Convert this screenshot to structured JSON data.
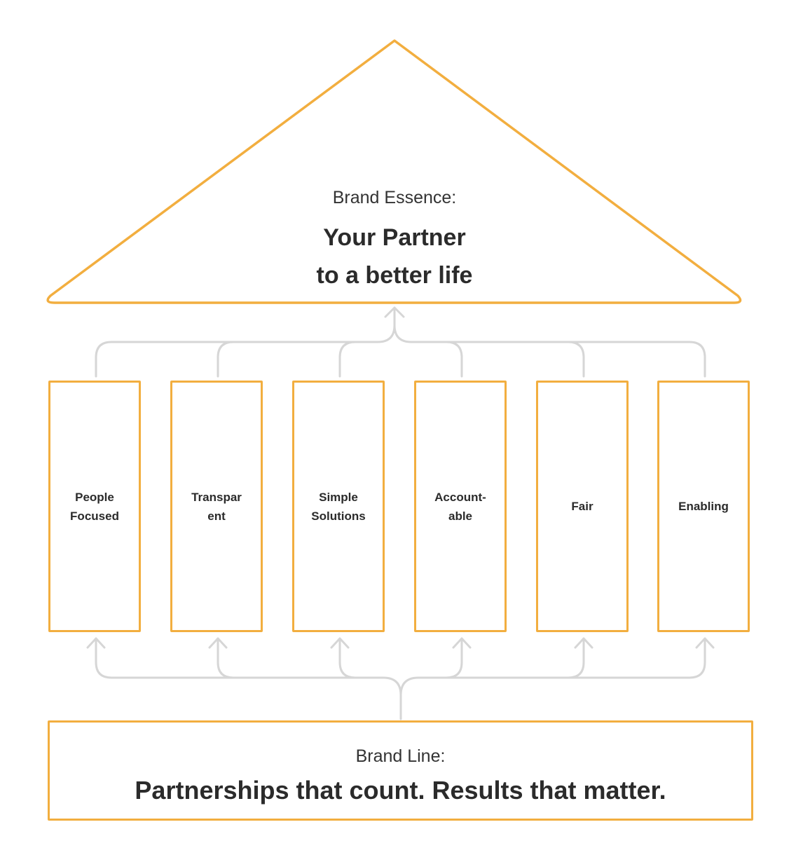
{
  "essence": {
    "label": "Brand Essence:",
    "title_line1": "Your Partner",
    "title_line2": "to a better life"
  },
  "pillars": [
    {
      "line1": "People",
      "line2": "Focused"
    },
    {
      "line1": "Transpar",
      "line2": "ent"
    },
    {
      "line1": "Simple",
      "line2": "Solutions"
    },
    {
      "line1": "Account-",
      "line2": "able"
    },
    {
      "line1": "Fair",
      "line2": ""
    },
    {
      "line1": "Enabling",
      "line2": ""
    }
  ],
  "brand_line": {
    "label": "Brand Line:",
    "title": "Partnerships that count. Results that matter."
  },
  "colors": {
    "accent": "#f2ae3f",
    "connector": "#d6d6d6",
    "text": "#2b2b2b"
  }
}
